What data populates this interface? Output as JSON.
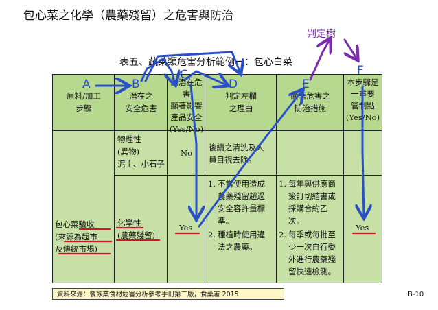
{
  "slide_title": "包心菜之化學（農藥殘留）之危害與防治",
  "decision_tree_label": "判定樹",
  "table_caption": "表五、蔬菜類危害分析範例一：包心白菜",
  "hand_letters": [
    "A",
    "B",
    "C",
    "D",
    "E",
    "F"
  ],
  "headers": {
    "col1": [
      "原料/加工",
      "步驟"
    ],
    "col2": [
      "潛在之",
      "安全危害"
    ],
    "col3": [
      "該潛在危害",
      "顯著影響",
      "產品安全",
      "(Yes/No)"
    ],
    "col4": [
      "判定左欄",
      "之理由"
    ],
    "col5": [
      "顯著危害之",
      "防治措施"
    ],
    "col6": [
      "本步驟是",
      "一重要",
      "管制點",
      "(Yes/No)"
    ]
  },
  "row": {
    "step": [
      "包心菜驗收",
      "(來源為超市",
      "及傳統市場)"
    ],
    "physical": {
      "hazard": [
        "物理性",
        "(異物)",
        "泥土、小石子"
      ],
      "significant": "No",
      "reason": [
        "後續之清洗及人",
        "員目視去除。"
      ]
    },
    "chemical": {
      "hazard": [
        "化學性",
        "(農藥殘留)"
      ],
      "significant": "Yes",
      "reasons": [
        [
          "1.",
          "不當使用造成",
          "農藥殘留超過",
          "安全容許量標",
          "準。"
        ],
        [
          "2.",
          "種植時使用違",
          "法之農藥。"
        ]
      ],
      "measures": [
        [
          "1.",
          "每年與供應商",
          "簽訂切結書或",
          "採購合約乙",
          "次。"
        ],
        [
          "2.",
          "每季或每批至",
          "少一次自行委",
          "外進行農藥殘",
          "留快速檢測。"
        ]
      ],
      "ccp": "Yes"
    }
  },
  "source_note": "資料來源：餐飲業食材危害分析參考手冊第二版，食藥署 2015",
  "page_number": "B-10",
  "colors": {
    "header_green": "#b7d98f",
    "body_green": "#c6e0a6",
    "annotation_blue": "#2a50c8",
    "underline_red": "#d0142c",
    "tree_purple": "#7a2bb0",
    "source_yellow": "#fff6c8"
  }
}
